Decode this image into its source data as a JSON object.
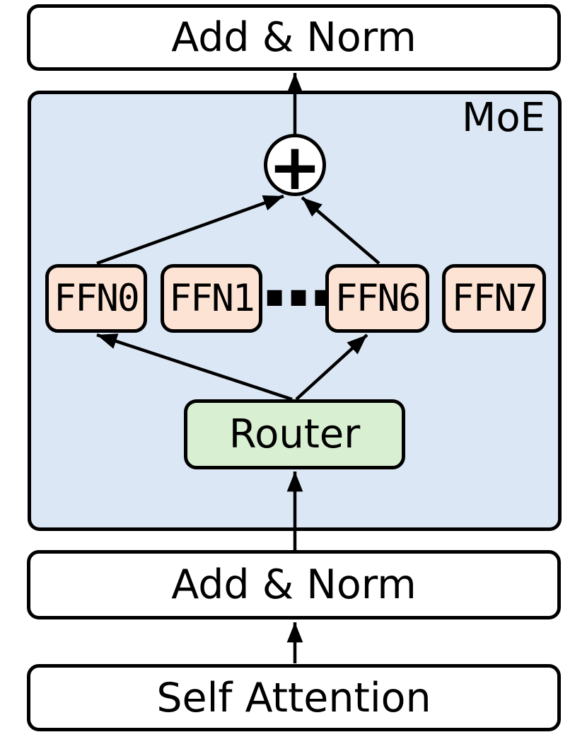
{
  "diagram": {
    "kind": "mixture-of-experts-transformer-block",
    "nodes": {
      "add_norm_top": "Add & Norm",
      "moe": "MoE",
      "sum": "+",
      "ffn0": "FFN0",
      "ffn1": "FFN1",
      "ellipsis": "···",
      "ffn6": "FFN6",
      "ffn7": "FFN7",
      "router": "Router",
      "add_norm_bottom": "Add & Norm",
      "self_attention": "Self Attention"
    },
    "edges": [
      {
        "from": "self_attention",
        "to": "add_norm_bottom"
      },
      {
        "from": "add_norm_bottom",
        "to": "router"
      },
      {
        "from": "router",
        "to": "ffn0"
      },
      {
        "from": "router",
        "to": "ffn6"
      },
      {
        "from": "ffn0",
        "to": "sum"
      },
      {
        "from": "ffn6",
        "to": "sum"
      },
      {
        "from": "sum",
        "to": "add_norm_top"
      }
    ],
    "colors": {
      "moe_bg": "#dbe7f4",
      "ffn_bg": "#fce3d4",
      "router_bg": "#d9efd1",
      "box_bg": "#ffffff",
      "stroke": "#000000"
    }
  }
}
